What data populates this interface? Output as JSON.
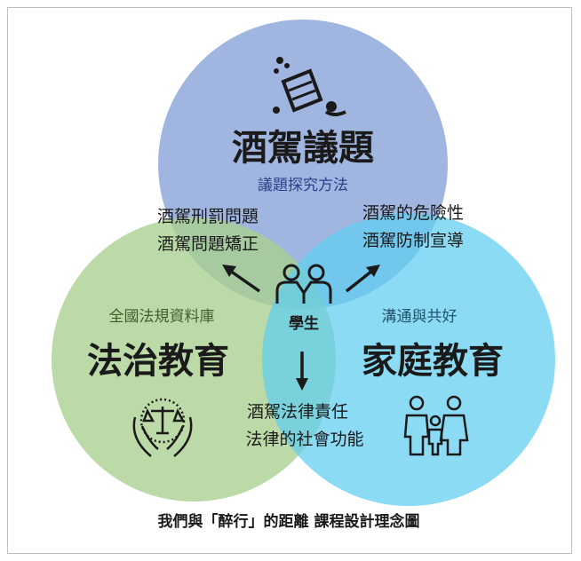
{
  "top_circle": {
    "title": "酒駕議題",
    "subtitle": "議題探究方法",
    "icon": "drunk-driving-crash-icon"
  },
  "left_circle": {
    "title": "法治教育",
    "subtitle": "全國法規資料庫",
    "icon": "justice-scale-hands-icon"
  },
  "right_circle": {
    "title": "家庭教育",
    "subtitle": "溝通與共好",
    "icon": "family-icon"
  },
  "center": {
    "label": "學生",
    "icon": "students-icon"
  },
  "overlap_top_left": [
    "酒駕刑罰問題",
    "酒駕問題矯正"
  ],
  "overlap_top_right": [
    "酒駕的危險性",
    "酒駕防制宣導"
  ],
  "overlap_bottom": [
    "酒駕法律責任",
    "法律的社會功能"
  ],
  "caption": "我們與「醉行」的距離 課程設計理念圖",
  "colors": {
    "top": "#8fa9dc",
    "left": "#a9cf8e",
    "right": "#5fcdf0"
  }
}
